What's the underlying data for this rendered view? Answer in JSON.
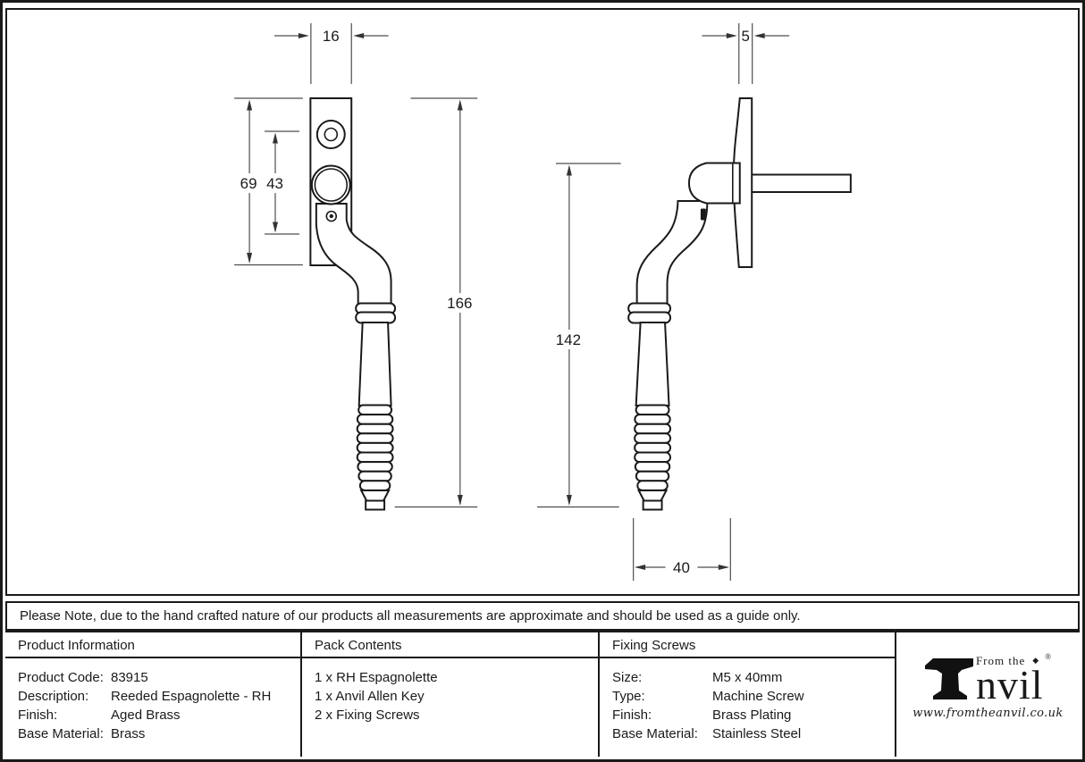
{
  "drawing": {
    "front_view": {
      "dim_plate_width": "16",
      "dim_plate_height": "69",
      "dim_hole_spacing": "43",
      "dim_overall_height": "166"
    },
    "side_view": {
      "dim_plate_thickness": "5",
      "dim_handle_height": "142",
      "dim_projection": "40"
    }
  },
  "note": "Please Note, due to the hand crafted nature of our products all measurements are approximate and should be used as a guide only.",
  "product_information": {
    "title": "Product Information",
    "rows": [
      {
        "label": "Product Code:",
        "value": "83915"
      },
      {
        "label": "Description:",
        "value": "Reeded Espagnolette - RH"
      },
      {
        "label": "Finish:",
        "value": "Aged Brass"
      },
      {
        "label": "Base Material:",
        "value": "Brass"
      }
    ]
  },
  "pack_contents": {
    "title": "Pack Contents",
    "items": [
      "1 x RH Espagnolette",
      "1 x Anvil Allen Key",
      "2 x Fixing Screws"
    ]
  },
  "fixing_screws": {
    "title": "Fixing Screws",
    "rows": [
      {
        "label": "Size:",
        "value": "M5 x 40mm"
      },
      {
        "label": "Type:",
        "value": "Machine Screw"
      },
      {
        "label": "Finish:",
        "value": "Brass Plating"
      },
      {
        "label": "Base Material:",
        "value": "Stainless Steel"
      }
    ]
  },
  "logo": {
    "from_the": "From the",
    "diamond": "◆",
    "registered": "®",
    "brand_suffix": "nvil",
    "website": "www.fromtheanvil.co.uk"
  }
}
